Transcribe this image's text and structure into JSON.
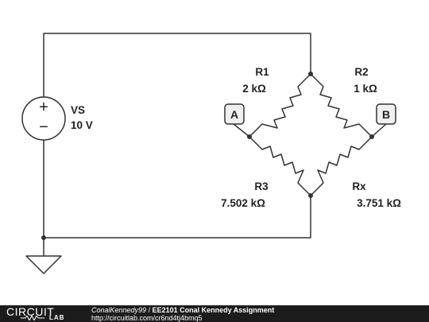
{
  "source": {
    "symbol_plus": "+",
    "symbol_minus": "−",
    "name": "VS",
    "value": "10 V"
  },
  "resistors": {
    "r1": {
      "name": "R1",
      "value": "2 kΩ"
    },
    "r2": {
      "name": "R2",
      "value": "1 kΩ"
    },
    "r3": {
      "name": "R3",
      "value": "7.502 kΩ"
    },
    "rx": {
      "name": "Rx",
      "value": "3.751 kΩ"
    }
  },
  "probes": {
    "a": "A",
    "b": "B"
  },
  "footer": {
    "logo_word1": "CIRCUIT",
    "logo_word2": "LAB",
    "author": "ConalKennedy99",
    "separator": " / ",
    "title": "EE2101 Conal Kennedy Assignment",
    "url": "http://circuitlab.com/cr6nd4tj4bmq5"
  },
  "colors": {
    "wire": "#333333",
    "probe_fill": "#f0f0f0",
    "footer_bg": "#1c1c1c"
  }
}
